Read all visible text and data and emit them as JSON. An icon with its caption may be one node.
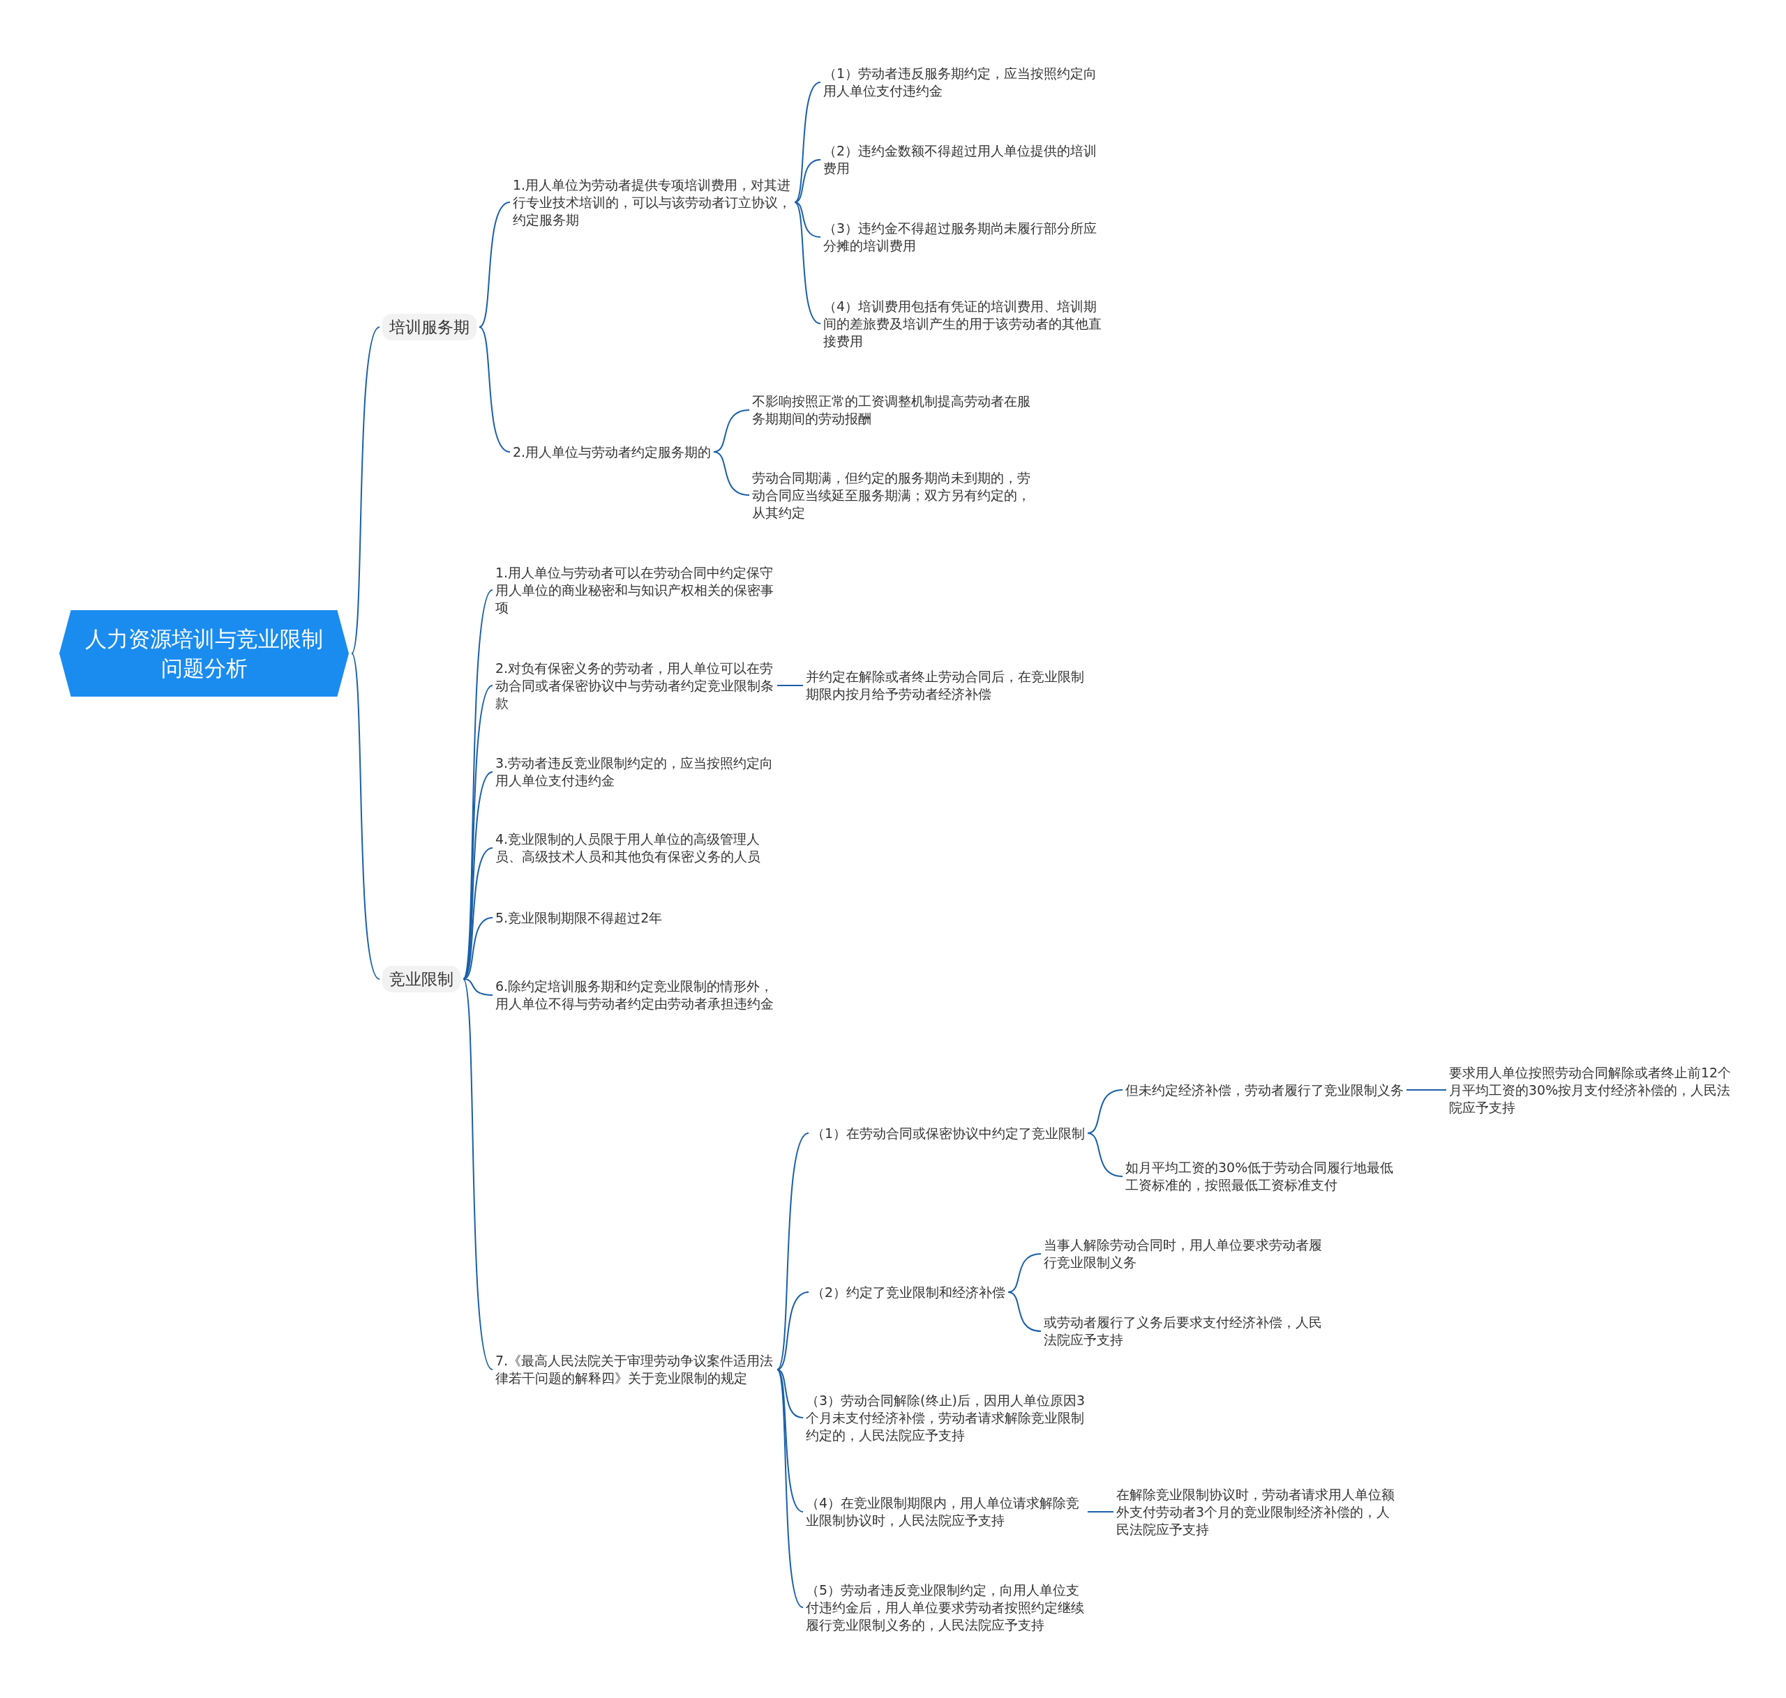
{
  "diagram": {
    "nodes": [
      {
        "text": [
          "人力资源培训与竞业限制问题分析"
        ]
      },
      {
        "text": [
          "培训服务期"
        ]
      },
      {
        "text": [
          "1.用人单位为劳动者提供专项培训费用，对其进行专业技术培训的，可以与该劳动者订立协议，约定服务期"
        ]
      },
      {
        "text": [
          "（1）劳动者违反服务期约定，应当按照约定向用人单位支付违约金"
        ]
      },
      {
        "text": [
          "（2）违约金数额不得超过用人单位提供的培训费用"
        ]
      },
      {
        "text": [
          "（3）违约金不得超过服务期尚未履行部分所应分摊的培训费用"
        ]
      },
      {
        "text": [
          "（4）培训费用包括有凭证的培训费用、培训期间的差旅费及培训产生的用于该劳动者的其他直接费用"
        ]
      },
      {
        "text": [
          "2.用人单位与劳动者约定服务期的"
        ]
      },
      {
        "text": [
          "不影响按照正常的工资调整机制提高劳动者在服务期期间的劳动报酬"
        ]
      },
      {
        "text": [
          "劳动合同期满，但约定的服务期尚未到期的，劳动合同应当续延至服务期满；双方另有约定的，从其约定"
        ]
      },
      {
        "text": [
          "竞业限制"
        ]
      },
      {
        "text": [
          "1.用人单位与劳动者可以在劳动合同中约定保守用人单位的商业秘密和与知识产权相关的保密事项"
        ]
      },
      {
        "text": [
          "2.对负有保密义务的劳动者，用人单位可以在劳动合同或者保密协议中与劳动者约定竞业限制条款"
        ]
      },
      {
        "text": [
          "3.劳动者违反竞业限制约定的，应当按照约定向用人单位支付违约金"
        ]
      },
      {
        "text": [
          "4.竞业限制的人员限于用人单位的高级管理人员、高级技术人员和其他负有保密义务的人员"
        ]
      },
      {
        "text": [
          "5.竞业限制期限不得超过2年"
        ]
      },
      {
        "text": [
          "6.除约定培训服务期和约定竞业限制的情形外，用人单位不得与劳动者约定由劳动者承担违约金"
        ]
      },
      {
        "text": [
          "并约定在解除或者终止劳动合同后，在竞业限制期限内按月给予劳动者经济补偿"
        ]
      },
      {
        "text": [
          "7.《最高人民法院关于审理劳动争议案件适用法律若干问题的解释四》关于竞业限制的规定"
        ]
      },
      {
        "text": [
          "（1）在劳动合同或保密协议中约定了竞业限制"
        ]
      },
      {
        "text": [
          "但未约定经济补偿，劳动者履行了竞业限制义务"
        ]
      },
      {
        "text": [
          "要求用人单位按照劳动合同解除或者终止前12个月平均工资的30%按月支付经济补偿的，人民法院应予支持"
        ]
      },
      {
        "text": [
          "如月平均工资的30%低于劳动合同履行地最低工资标准的，按照最低工资标准支付"
        ]
      },
      {
        "text": [
          "（2）约定了竞业限制和经济补偿"
        ]
      },
      {
        "text": [
          "当事人解除劳动合同时，用人单位要求劳动者履行竞业限制义务"
        ]
      },
      {
        "text": [
          "或劳动者履行了义务后要求支付经济补偿，人民法院应予支持"
        ]
      },
      {
        "text": [
          "（3）劳动合同解除(终止)后，因用人单位原因3个月未支付经济补偿，劳动者请求解除竞业限制约定的，人民法院应予支持"
        ]
      },
      {
        "text": [
          "（4）在竞业限制期限内，用人单位请求解除竞业限制协议时，人民法院应予支持"
        ]
      },
      {
        "text": [
          "在解除竞业限制协议时，劳动者请求用人单位额外支付劳动者3个月的竞业限制经济补偿的，人民法院应予支持"
        ]
      },
      {
        "text": [
          "（5）劳动者违反竞业限制约定，向用人单位支付违约金后，用人单位要求劳动者按照约定继续履行竞业限制义务的，人民法院应予支持"
        ]
      }
    ],
    "edges": [
      {
        "from": 0,
        "to": 1,
        "arrow": "none"
      },
      {
        "from": 0,
        "to": 10,
        "arrow": "none"
      },
      {
        "from": 1,
        "to": 2,
        "arrow": "none"
      },
      {
        "from": 1,
        "to": 7,
        "arrow": "none"
      },
      {
        "from": 2,
        "to": 3,
        "arrow": "none"
      },
      {
        "from": 2,
        "to": 4,
        "arrow": "none"
      },
      {
        "from": 2,
        "to": 5,
        "arrow": "none"
      },
      {
        "from": 2,
        "to": 6,
        "arrow": "none"
      },
      {
        "from": 7,
        "to": 8,
        "arrow": "none"
      },
      {
        "from": 7,
        "to": 9,
        "arrow": "none"
      },
      {
        "from": 10,
        "to": 11,
        "arrow": "none"
      },
      {
        "from": 10,
        "to": 12,
        "arrow": "none"
      },
      {
        "from": 10,
        "to": 13,
        "arrow": "none"
      },
      {
        "from": 10,
        "to": 14,
        "arrow": "none"
      },
      {
        "from": 10,
        "to": 15,
        "arrow": "none"
      },
      {
        "from": 10,
        "to": 16,
        "arrow": "none"
      },
      {
        "from": 10,
        "to": 18,
        "arrow": "none"
      },
      {
        "from": 12,
        "to": 17,
        "arrow": "none"
      },
      {
        "from": 18,
        "to": 19,
        "arrow": "none"
      },
      {
        "from": 18,
        "to": 23,
        "arrow": "none"
      },
      {
        "from": 18,
        "to": 26,
        "arrow": "none"
      },
      {
        "from": 18,
        "to": 27,
        "arrow": "none"
      },
      {
        "from": 18,
        "to": 29,
        "arrow": "none"
      },
      {
        "from": 19,
        "to": 20,
        "arrow": "none"
      },
      {
        "from": 19,
        "to": 22,
        "arrow": "none"
      },
      {
        "from": 20,
        "to": 21,
        "arrow": "none"
      },
      {
        "from": 23,
        "to": 24,
        "arrow": "none"
      },
      {
        "from": 23,
        "to": 25,
        "arrow": "none"
      },
      {
        "from": 27,
        "to": 28,
        "arrow": "none"
      }
    ]
  }
}
